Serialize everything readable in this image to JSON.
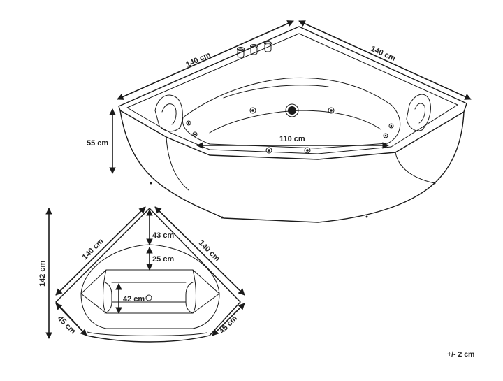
{
  "top_view_dims": {
    "left_edge": "140 cm",
    "right_edge": "140 cm",
    "height": "55 cm",
    "inner_width": "110 cm"
  },
  "plan_view_dims": {
    "depth": "142 cm",
    "left_side": "140 cm",
    "right_side": "140 cm",
    "front_left": "45 cm",
    "front_right": "45 cm",
    "back_gap": "43 cm",
    "seat_depth": "25 cm",
    "bottom_width": "42 cm"
  },
  "tolerance": "+/- 2 cm"
}
